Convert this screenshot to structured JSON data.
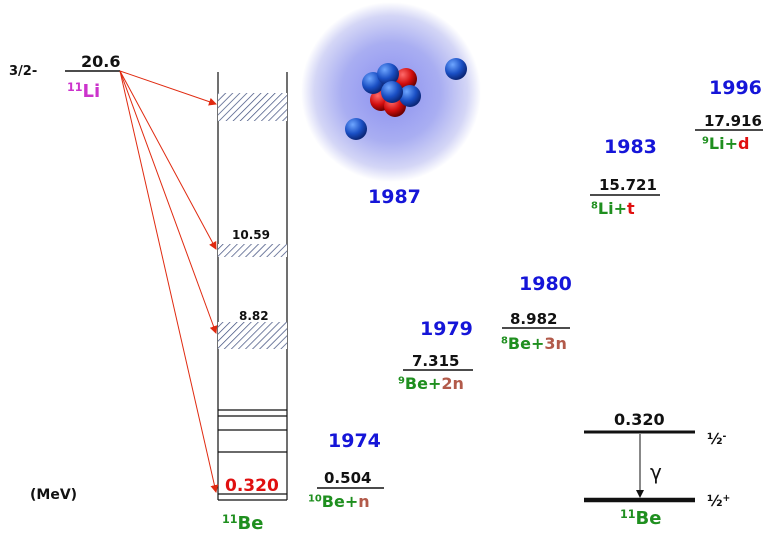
{
  "units": "(MeV)",
  "li11": {
    "spin": "3/2-",
    "energy": "20.6",
    "label": "Li",
    "mass": "11"
  },
  "be11": {
    "label": "Be",
    "mass": "11",
    "level_10": "10.59",
    "level_8": "8.82",
    "ground_excited": "0.320"
  },
  "thresholds": [
    {
      "year": "1974",
      "energy": "0.504",
      "reaction": {
        "mass": "10",
        "core": "Be",
        "plus": "+",
        "particle": "n"
      }
    },
    {
      "year": "1979",
      "energy": "7.315",
      "reaction": {
        "mass": "9",
        "core": "Be",
        "plus": "+",
        "particle": "2n"
      }
    },
    {
      "year": "1980",
      "energy": "8.982",
      "reaction": {
        "mass": "8",
        "core": "Be",
        "plus": "+",
        "particle": "3n"
      }
    },
    {
      "year": "1983",
      "energy": "15.721",
      "reaction": {
        "mass": "8",
        "core": "Li",
        "plus": "+",
        "particle": "t"
      }
    },
    {
      "year": "1996",
      "energy": "17.916",
      "reaction": {
        "mass": "9",
        "core": "Li",
        "plus": "+",
        "particle": "d"
      }
    }
  ],
  "halo_year": "1987",
  "gamma": {
    "upper_energy": "0.320",
    "upper_spin": "½",
    "upper_parity": "-",
    "lower_spin": "½",
    "lower_parity": "+",
    "symbol": "γ",
    "nucleus": "Be",
    "mass": "11"
  },
  "colors": {
    "year": "#1515d8",
    "arrow": "#e02a10",
    "core": "#1f8f1f",
    "particle_n": "#b25a4a",
    "particle_td": "#e01010",
    "li": "#cc33cc"
  }
}
